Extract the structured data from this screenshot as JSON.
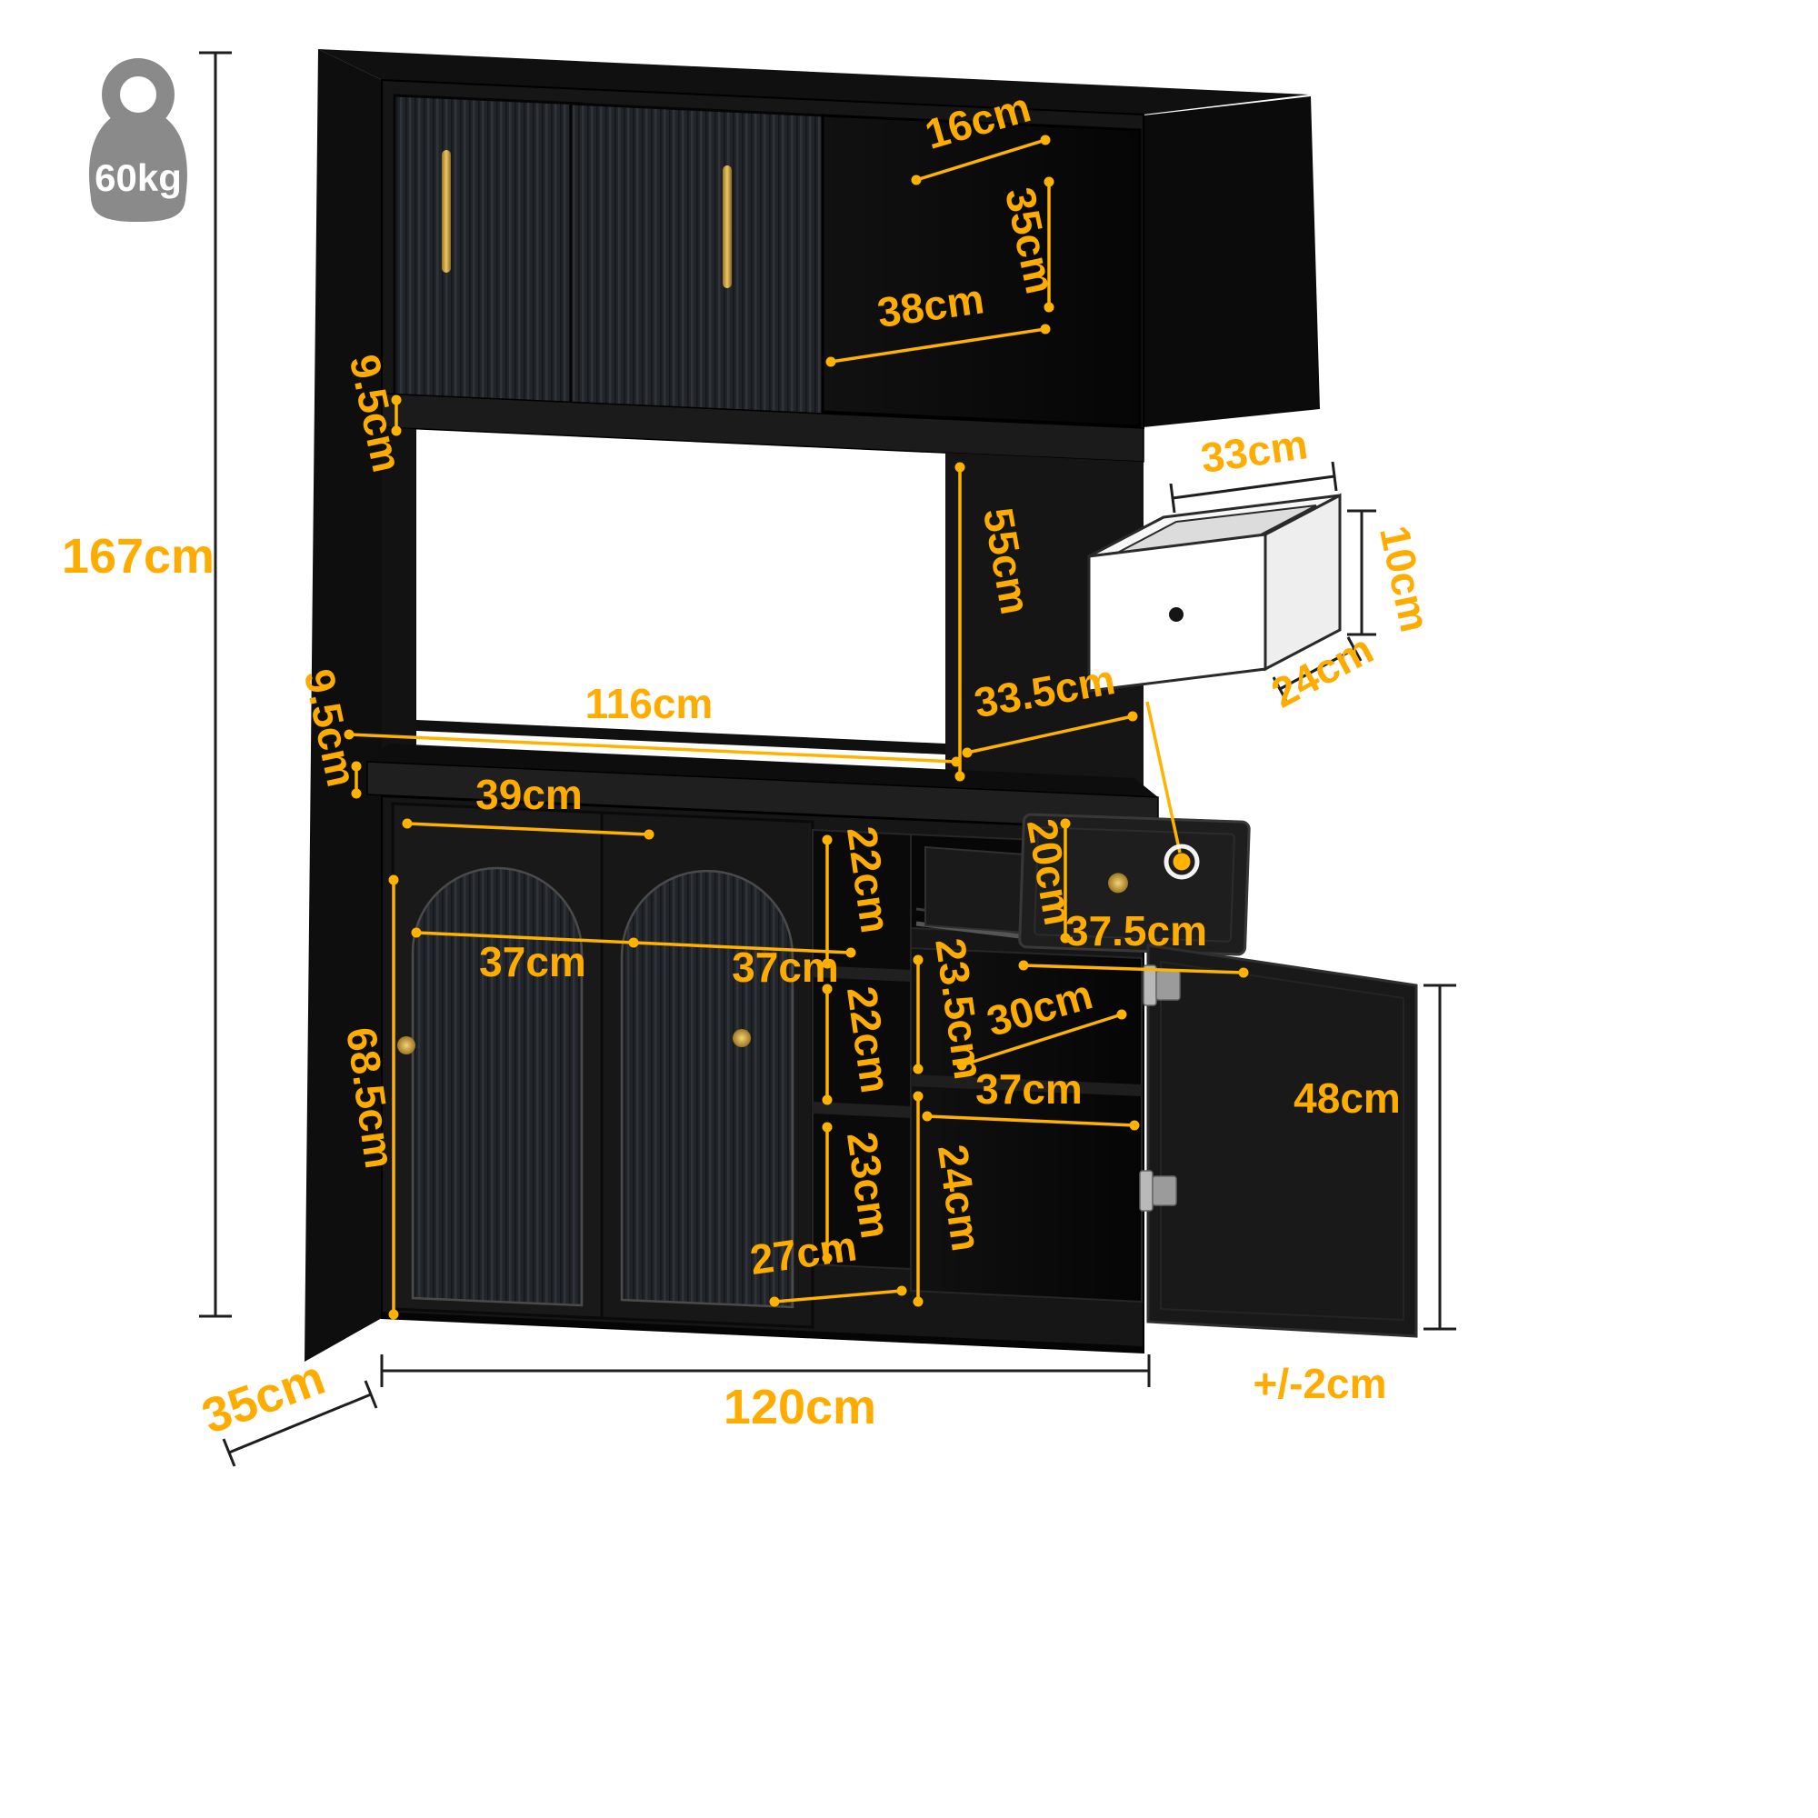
{
  "icon": {
    "capacity": "60kg"
  },
  "overall": {
    "height": "167cm",
    "width": "120cm",
    "depth": "35cm",
    "tolerance": "+/-2cm"
  },
  "hutch": {
    "cubby_depth": "16cm",
    "cubby_height": "35cm",
    "cubby_width": "38cm",
    "shelf_thickness": "9.5cm"
  },
  "middle": {
    "open_height": "55cm",
    "open_width": "116cm",
    "side_depth": "33.5cm",
    "counter_thickness": "9.5cm"
  },
  "base": {
    "door_width": "39cm",
    "glass_width_left": "37cm",
    "glass_width_right": "37cm",
    "cabinet_height": "68.5cm",
    "shelf_top": "22cm",
    "shelf_middle": "22cm",
    "shelf_bottom": "23cm",
    "middle_width": "27cm",
    "drawer_height": "20cm",
    "drawer_width": "37.5cm",
    "right_top_height": "23.5cm",
    "right_bottom_height": "24cm",
    "right_depth": "30cm",
    "right_width": "37cm",
    "door_height": "48cm"
  },
  "drawer_detail": {
    "width": "33cm",
    "height": "10cm",
    "depth": "24cm"
  },
  "colors": {
    "accent": "#FFAC00",
    "line_yellow": "#FFB300",
    "cabinet_black": "#141414",
    "gold": "#D9A43B",
    "icon_gray": "#8A8A8A"
  }
}
